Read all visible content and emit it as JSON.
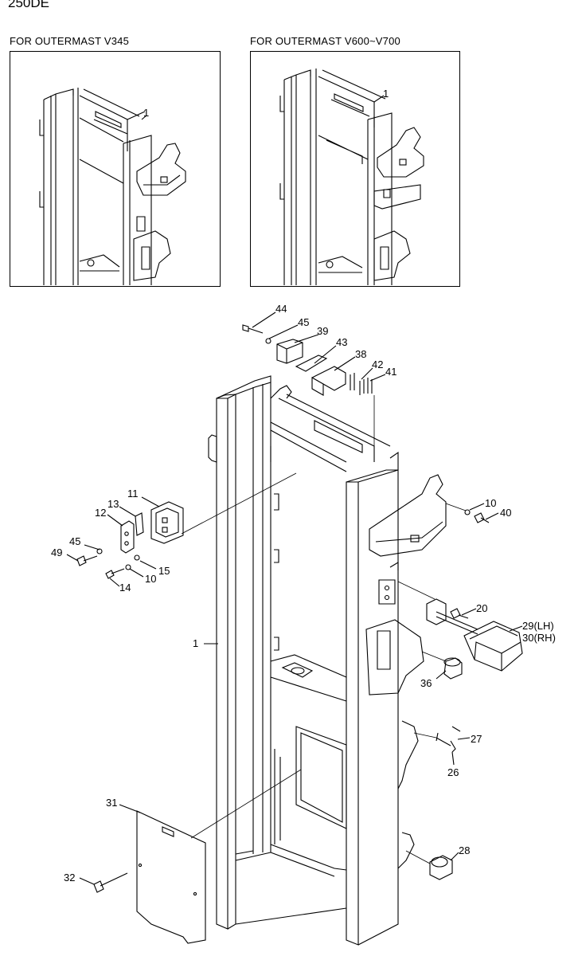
{
  "header": {
    "model": "250DE"
  },
  "insets": [
    {
      "title": "FOR OUTERMAST V345",
      "callout": "1"
    },
    {
      "title": "FOR OUTERMAST V600~V700",
      "callout": "1"
    }
  ],
  "callouts": [
    {
      "id": "44",
      "text": "44"
    },
    {
      "id": "45a",
      "text": "45"
    },
    {
      "id": "39",
      "text": "39"
    },
    {
      "id": "43",
      "text": "43"
    },
    {
      "id": "38",
      "text": "38"
    },
    {
      "id": "42",
      "text": "42"
    },
    {
      "id": "41",
      "text": "41"
    },
    {
      "id": "11",
      "text": "11"
    },
    {
      "id": "13",
      "text": "13"
    },
    {
      "id": "12",
      "text": "12"
    },
    {
      "id": "45b",
      "text": "45"
    },
    {
      "id": "49",
      "text": "49"
    },
    {
      "id": "15",
      "text": "15"
    },
    {
      "id": "10a",
      "text": "10"
    },
    {
      "id": "14",
      "text": "14"
    },
    {
      "id": "10b",
      "text": "10"
    },
    {
      "id": "40",
      "text": "40"
    },
    {
      "id": "20",
      "text": "20"
    },
    {
      "id": "29",
      "text": "29(LH)"
    },
    {
      "id": "30",
      "text": "30(RH)"
    },
    {
      "id": "1",
      "text": "1"
    },
    {
      "id": "36",
      "text": "36"
    },
    {
      "id": "27",
      "text": "27"
    },
    {
      "id": "26",
      "text": "26"
    },
    {
      "id": "31",
      "text": "31"
    },
    {
      "id": "28",
      "text": "28"
    },
    {
      "id": "32",
      "text": "32"
    }
  ]
}
